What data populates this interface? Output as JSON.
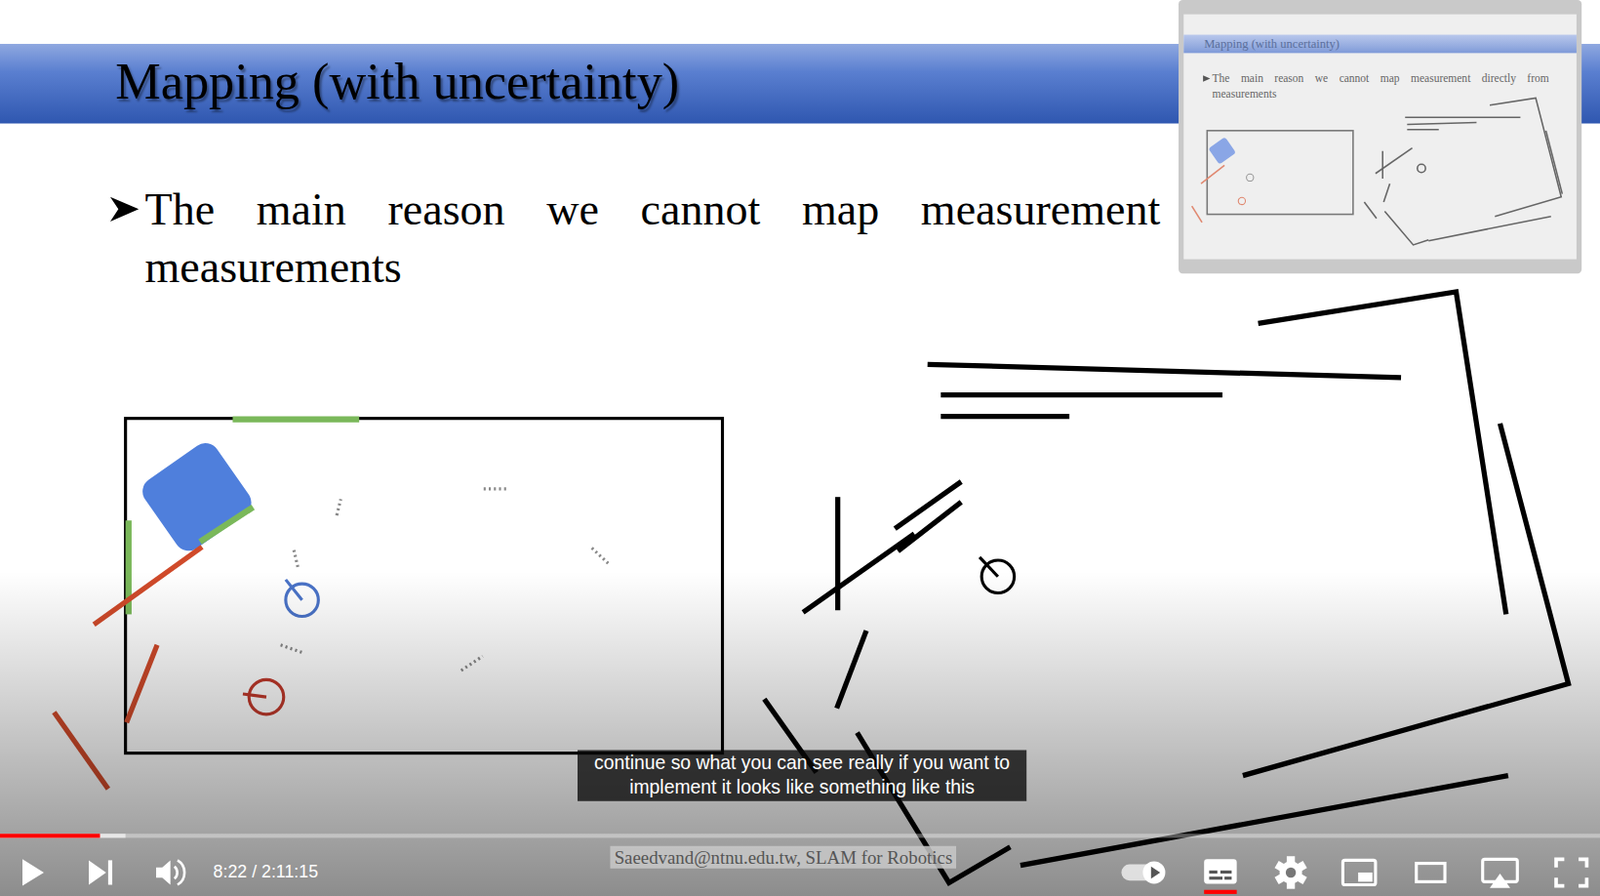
{
  "diagram": {
    "title": "Mapping (with uncertainty)",
    "labels": [
      "The main reason we cannot map measurement measurements",
      "Mapping (with uncertainty)",
      "The main reason we cannot map measurement directly from measurements",
      "continue so what you can see really if you want to implement it looks like something like this",
      "Saeedvand@ntnu.edu.tw, SLAM for Robotics",
      "8:22 / 2:11:15"
    ]
  }
}
